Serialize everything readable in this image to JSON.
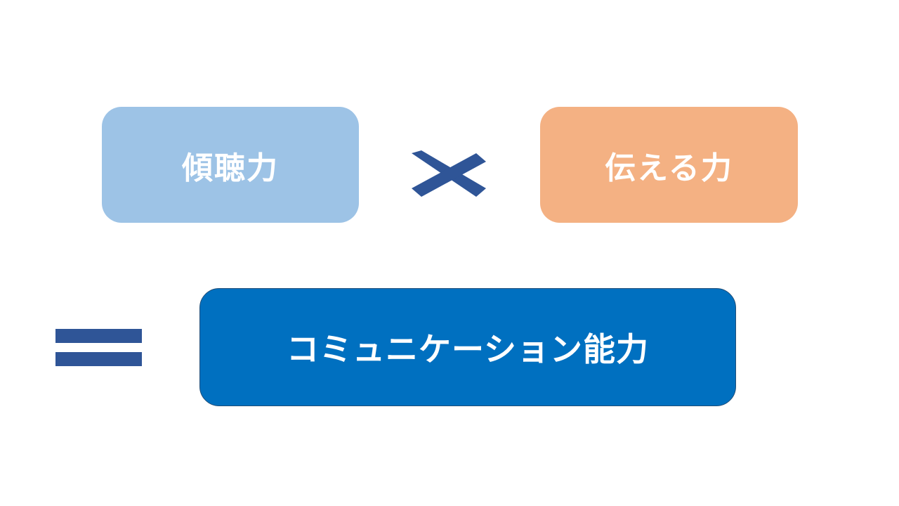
{
  "boxes": {
    "listening": {
      "label": "傾聴力",
      "color": "#9dc3e6"
    },
    "conveying": {
      "label": "伝える力",
      "color": "#f4b183"
    },
    "result": {
      "label": "コミュニケーション能力",
      "color": "#0070c0"
    }
  },
  "operators": {
    "times_icon": "multiply-icon",
    "equals_icon": "equals-icon",
    "color": "#2f5597"
  }
}
